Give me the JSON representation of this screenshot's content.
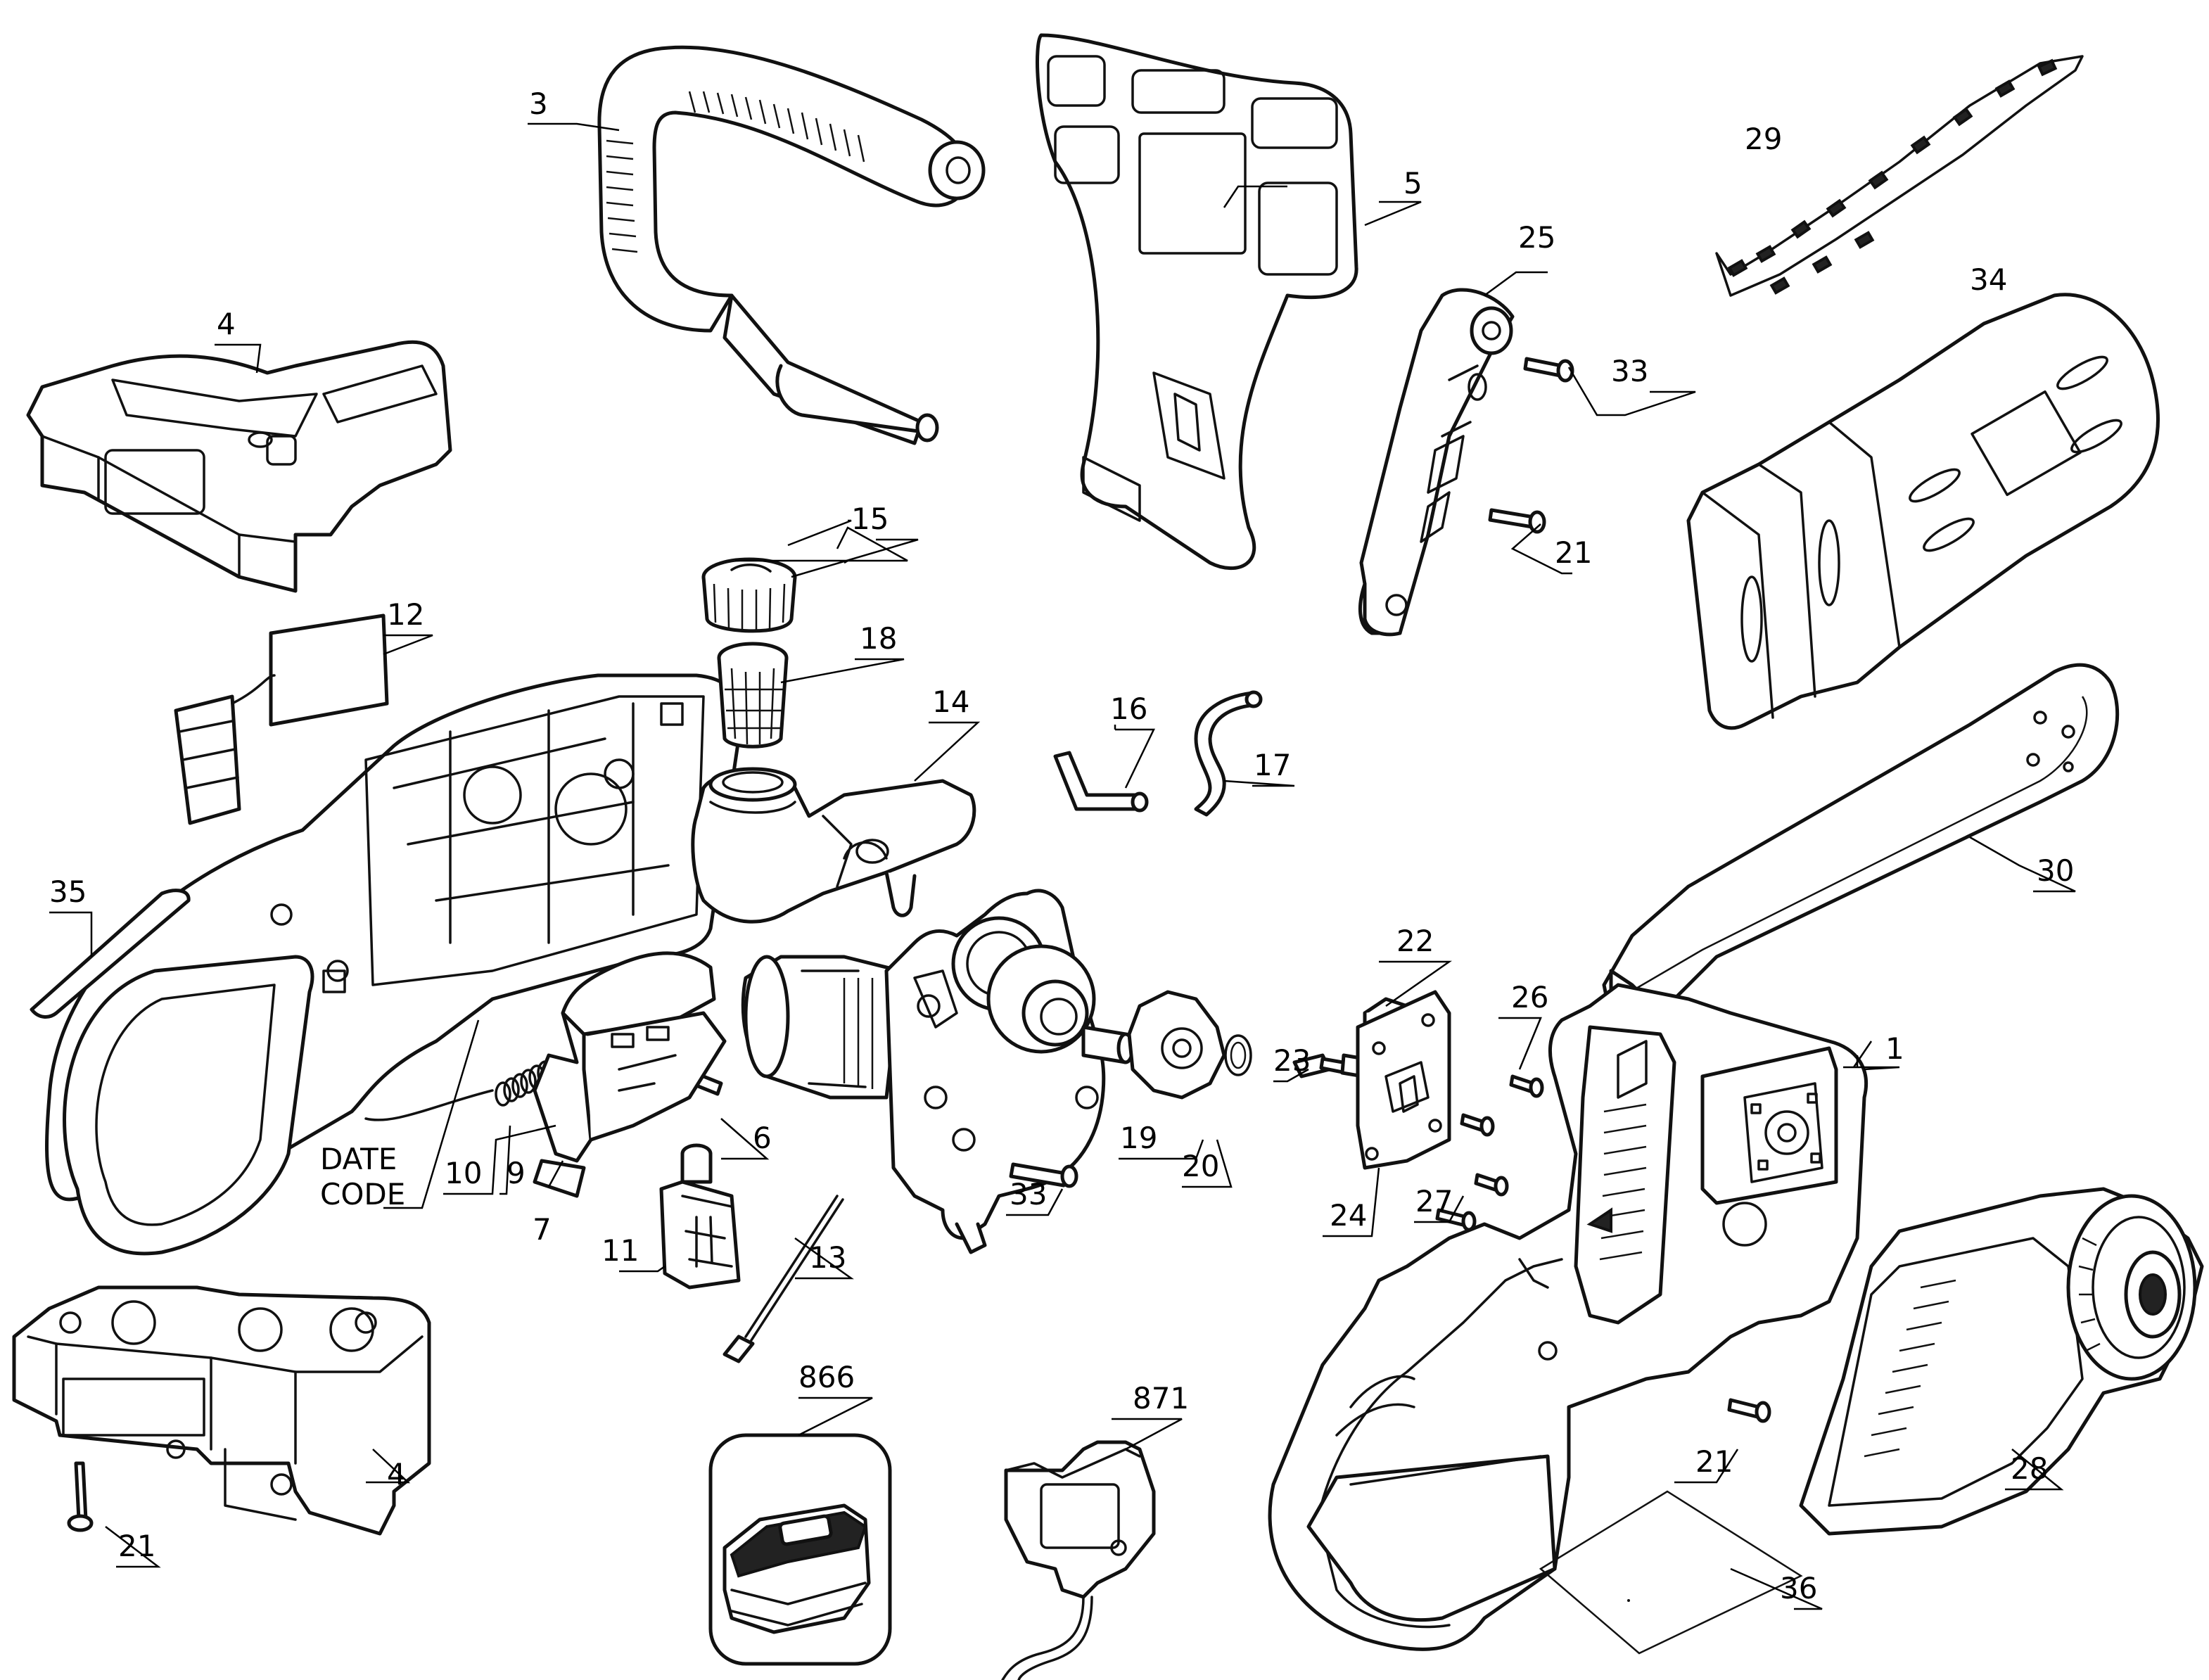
{
  "diagram": {
    "callouts": [
      {
        "key": "p1",
        "text": "1"
      },
      {
        "key": "p3",
        "text": "3"
      },
      {
        "key": "p4a",
        "text": "4"
      },
      {
        "key": "p4b",
        "text": "4"
      },
      {
        "key": "p5",
        "text": "5"
      },
      {
        "key": "p6",
        "text": "6"
      },
      {
        "key": "p7",
        "text": "7"
      },
      {
        "key": "p9",
        "text": "9"
      },
      {
        "key": "p10",
        "text": "10"
      },
      {
        "key": "p11",
        "text": "11"
      },
      {
        "key": "p12",
        "text": "12"
      },
      {
        "key": "p13",
        "text": "13"
      },
      {
        "key": "p14",
        "text": "14"
      },
      {
        "key": "p15",
        "text": "15"
      },
      {
        "key": "p16",
        "text": "16"
      },
      {
        "key": "p17",
        "text": "17"
      },
      {
        "key": "p18",
        "text": "18"
      },
      {
        "key": "p19",
        "text": "19"
      },
      {
        "key": "p20",
        "text": "20"
      },
      {
        "key": "p21a",
        "text": "21"
      },
      {
        "key": "p21b",
        "text": "21"
      },
      {
        "key": "p21c",
        "text": "21"
      },
      {
        "key": "p22",
        "text": "22"
      },
      {
        "key": "p23",
        "text": "23"
      },
      {
        "key": "p24",
        "text": "24"
      },
      {
        "key": "p25",
        "text": "25"
      },
      {
        "key": "p26",
        "text": "26"
      },
      {
        "key": "p27",
        "text": "27"
      },
      {
        "key": "p28",
        "text": "28"
      },
      {
        "key": "p29",
        "text": "29"
      },
      {
        "key": "p30",
        "text": "30"
      },
      {
        "key": "p33a",
        "text": "33"
      },
      {
        "key": "p33b",
        "text": "33"
      },
      {
        "key": "p34",
        "text": "34"
      },
      {
        "key": "p35",
        "text": "35"
      },
      {
        "key": "p36",
        "text": "36"
      },
      {
        "key": "p866",
        "text": "866"
      },
      {
        "key": "p871",
        "text": "871"
      }
    ],
    "date_code": {
      "line1": "DATE",
      "line2": "CODE"
    }
  }
}
